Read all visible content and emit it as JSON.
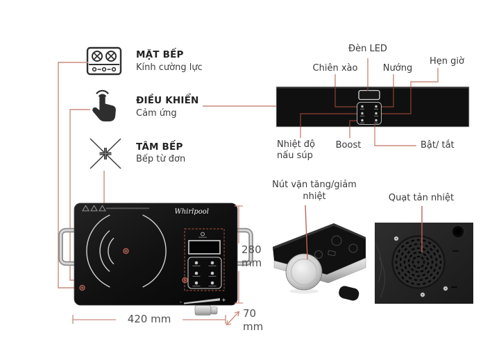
{
  "features": [
    {
      "title": "MẶT BẾP",
      "subtitle": "Kính cường lực",
      "icon": "cooktop-surface-icon"
    },
    {
      "title": "ĐIỀU KHIỂN",
      "subtitle": "Cảm ứng",
      "icon": "touch-control-icon"
    },
    {
      "title": "TÂM BẾP",
      "subtitle": "Bếp từ đơn",
      "icon": "burner-center-icon"
    }
  ],
  "panel_callouts": {
    "led": "Đèn LED",
    "timer": "Hẹn giờ",
    "stir_fry": "Chiên xào",
    "grill": "Nướng",
    "soup_line1": "Nhiệt độ",
    "soup_line2": "nấu súp",
    "boost": "Boost",
    "power": "Bật/ tắt"
  },
  "dimensions": {
    "width": "420 mm",
    "height_value": "280",
    "height_unit": "mm",
    "depth_value": "70",
    "depth_unit": "mm"
  },
  "product": {
    "brand": "Whirlpool",
    "knob_minus": "-",
    "knob_plus": "+"
  },
  "closeups": {
    "knob_label_line1": "Nút vặn tăng/giảm",
    "knob_label_line2": "nhiệt",
    "fan_label": "Quạt tản nhiệt"
  },
  "colors": {
    "leader_line": "#c98a7c",
    "leader_line_dark": "#7d3b31",
    "dashed_outline": "#b05a41",
    "panel_bg": "#101010",
    "label_text": "#383838",
    "dimension_text": "#4f4f4f"
  }
}
